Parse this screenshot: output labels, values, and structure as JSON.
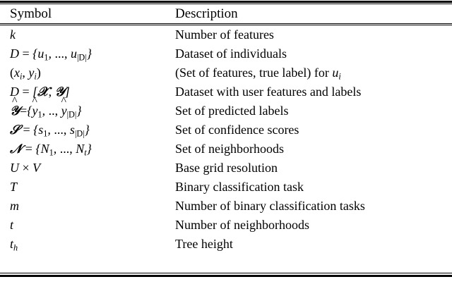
{
  "table": {
    "caption_present": false,
    "columns": [
      "Symbol",
      "Description"
    ],
    "header": {
      "symbol": "Symbol",
      "description": "Description"
    },
    "rows": [
      {
        "symbol_plain": "k",
        "description": "Number of features"
      },
      {
        "symbol_plain": "D = {u_1, ..., u_|D|}",
        "description": "Dataset of individuals"
      },
      {
        "symbol_plain": "(x_i, y_i)",
        "description": "(Set of features, true label) for u_i"
      },
      {
        "symbol_plain": "D = [X, Y]",
        "description": "Dataset with user features and labels"
      },
      {
        "symbol_plain": "Y^={y^_1, .., y^_|D|}",
        "description": "Set of predicted labels"
      },
      {
        "symbol_plain": "S = {s_1, ..., s_|D|}",
        "description": "Set of confidence scores"
      },
      {
        "symbol_plain": "N = {N_1, ..., N_t}",
        "description": "Set of neighborhoods"
      },
      {
        "symbol_plain": "U x V",
        "description": "Base grid resolution"
      },
      {
        "symbol_plain": "T",
        "description": "Binary classification task"
      },
      {
        "symbol_plain": "m",
        "description": "Number of binary classification tasks"
      },
      {
        "symbol_plain": "t",
        "description": "Number of neighborhoods"
      },
      {
        "symbol_plain": "t_h",
        "description": "Tree height"
      }
    ],
    "colors": {
      "text": "#000000",
      "background": "#ffffff",
      "rule": "#000000"
    }
  }
}
